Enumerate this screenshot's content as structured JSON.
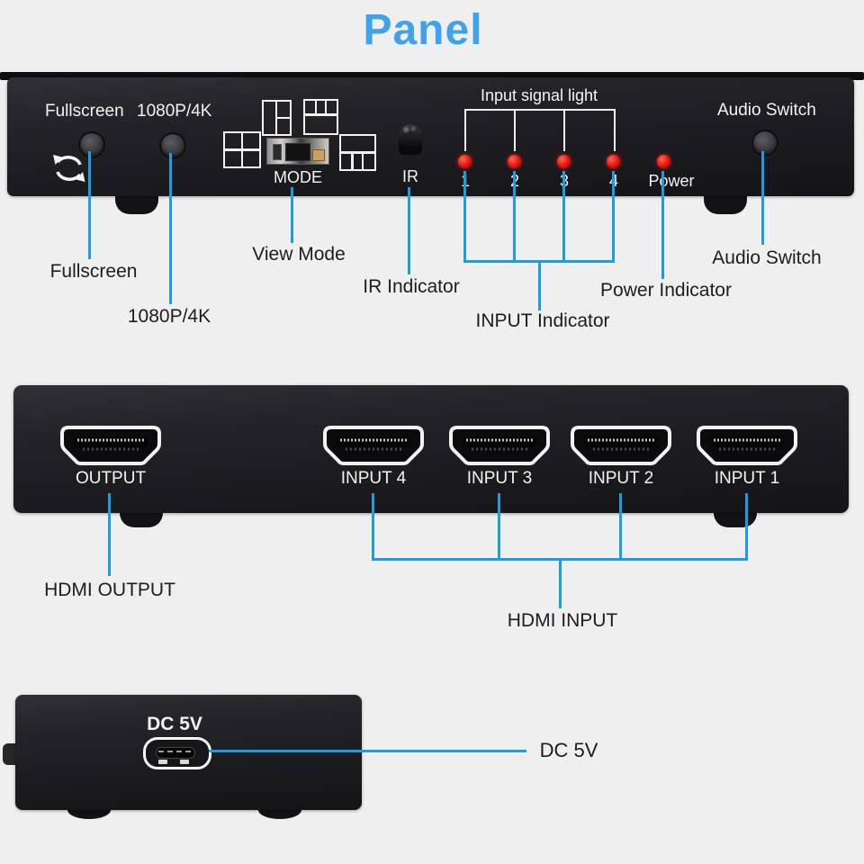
{
  "title": "Panel",
  "front_panel": {
    "fullscreen_button_label": "Fullscreen",
    "resolution_button_label": "1080P/4K",
    "mode_label": "MODE",
    "ir_label": "IR",
    "input_signal_light_label": "Input signal light",
    "input_leds": [
      "1",
      "2",
      "3",
      "4"
    ],
    "power_label": "Power",
    "audio_switch_label": "Audio Switch"
  },
  "front_callouts": {
    "fullscreen": "Fullscreen",
    "resolution": "1080P/4K",
    "view_mode": "View Mode",
    "ir_indicator": "IR Indicator",
    "input_indicator": "INPUT Indicator",
    "power_indicator": "Power Indicator",
    "audio_switch": "Audio Switch"
  },
  "rear_panel": {
    "ports": [
      {
        "label": "OUTPUT"
      },
      {
        "label": "INPUT 4"
      },
      {
        "label": "INPUT 3"
      },
      {
        "label": "INPUT 2"
      },
      {
        "label": "INPUT 1"
      }
    ]
  },
  "rear_callouts": {
    "hdmi_output": "HDMI OUTPUT",
    "hdmi_input": "HDMI INPUT"
  },
  "side_panel": {
    "dc_port_label": "DC 5V"
  },
  "side_callouts": {
    "dc_power": "DC 5V"
  },
  "colors": {
    "title_blue": "#3FA2EC",
    "callout_line_blue": "#1B9CE3",
    "led_red": "#E51109",
    "panel_black": "#1E1E23",
    "background_gray": "#EFEFEF"
  },
  "icons": {
    "fullscreen_cycle": "cycle-arrows-icon",
    "view_mode_layouts": [
      "split-left-two-right-icon",
      "three-top-one-bottom-icon",
      "quad-grid-icon",
      "one-top-three-bottom-icon"
    ],
    "mode_switch": "slide-switch",
    "ir_receiver": "ir-dome-icon",
    "hdmi_port": "hdmi-connector-icon",
    "dc_port": "usb-c-connector-icon"
  }
}
